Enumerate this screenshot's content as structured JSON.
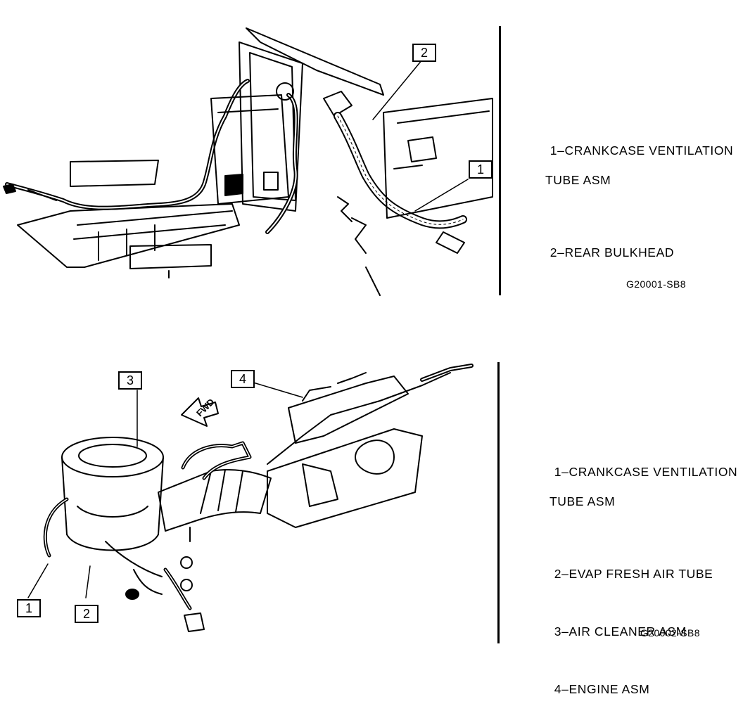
{
  "top_figure": {
    "legend": [
      {
        "num": "1",
        "line1": "CRANKCASE VENTILATION",
        "line2": "TUBE ASM"
      },
      {
        "num": "2",
        "line1": "REAR BULKHEAD",
        "line2": ""
      }
    ],
    "figure_id": "G20001-SB8",
    "callouts": [
      "2",
      "1"
    ]
  },
  "bottom_figure": {
    "legend": [
      {
        "num": "1",
        "line1": "CRANKCASE VENTILATION",
        "line2": "TUBE ASM"
      },
      {
        "num": "2",
        "line1": "EVAP FRESH AIR TUBE",
        "line2": ""
      },
      {
        "num": "3",
        "line1": "AIR CLEANER ASM",
        "line2": ""
      },
      {
        "num": "4",
        "line1": "ENGINE ASM",
        "line2": ""
      }
    ],
    "figure_id": "G20002-SB8",
    "callouts": [
      "3",
      "4",
      "1",
      "2"
    ],
    "direction_label": "FWD"
  }
}
